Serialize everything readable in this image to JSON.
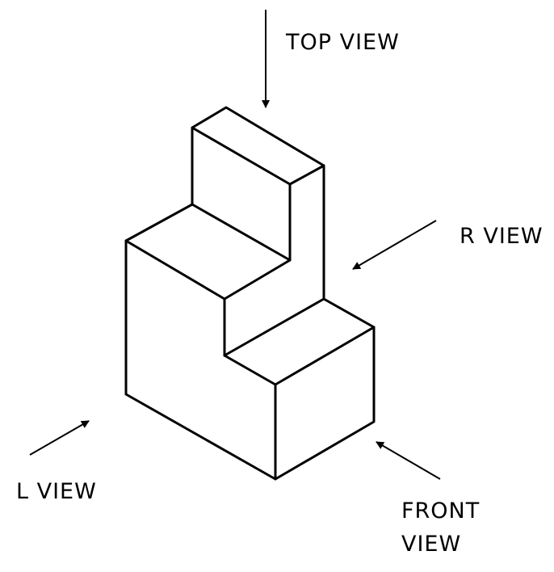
{
  "diagram": {
    "labels": {
      "top_view": "TOP VIEW",
      "r_view": "R VIEW",
      "l_view": "L VIEW",
      "front_view_line1": "FRONT",
      "front_view_line2": "VIEW"
    },
    "colors": {
      "line": "#000000",
      "background": "#ffffff"
    }
  }
}
